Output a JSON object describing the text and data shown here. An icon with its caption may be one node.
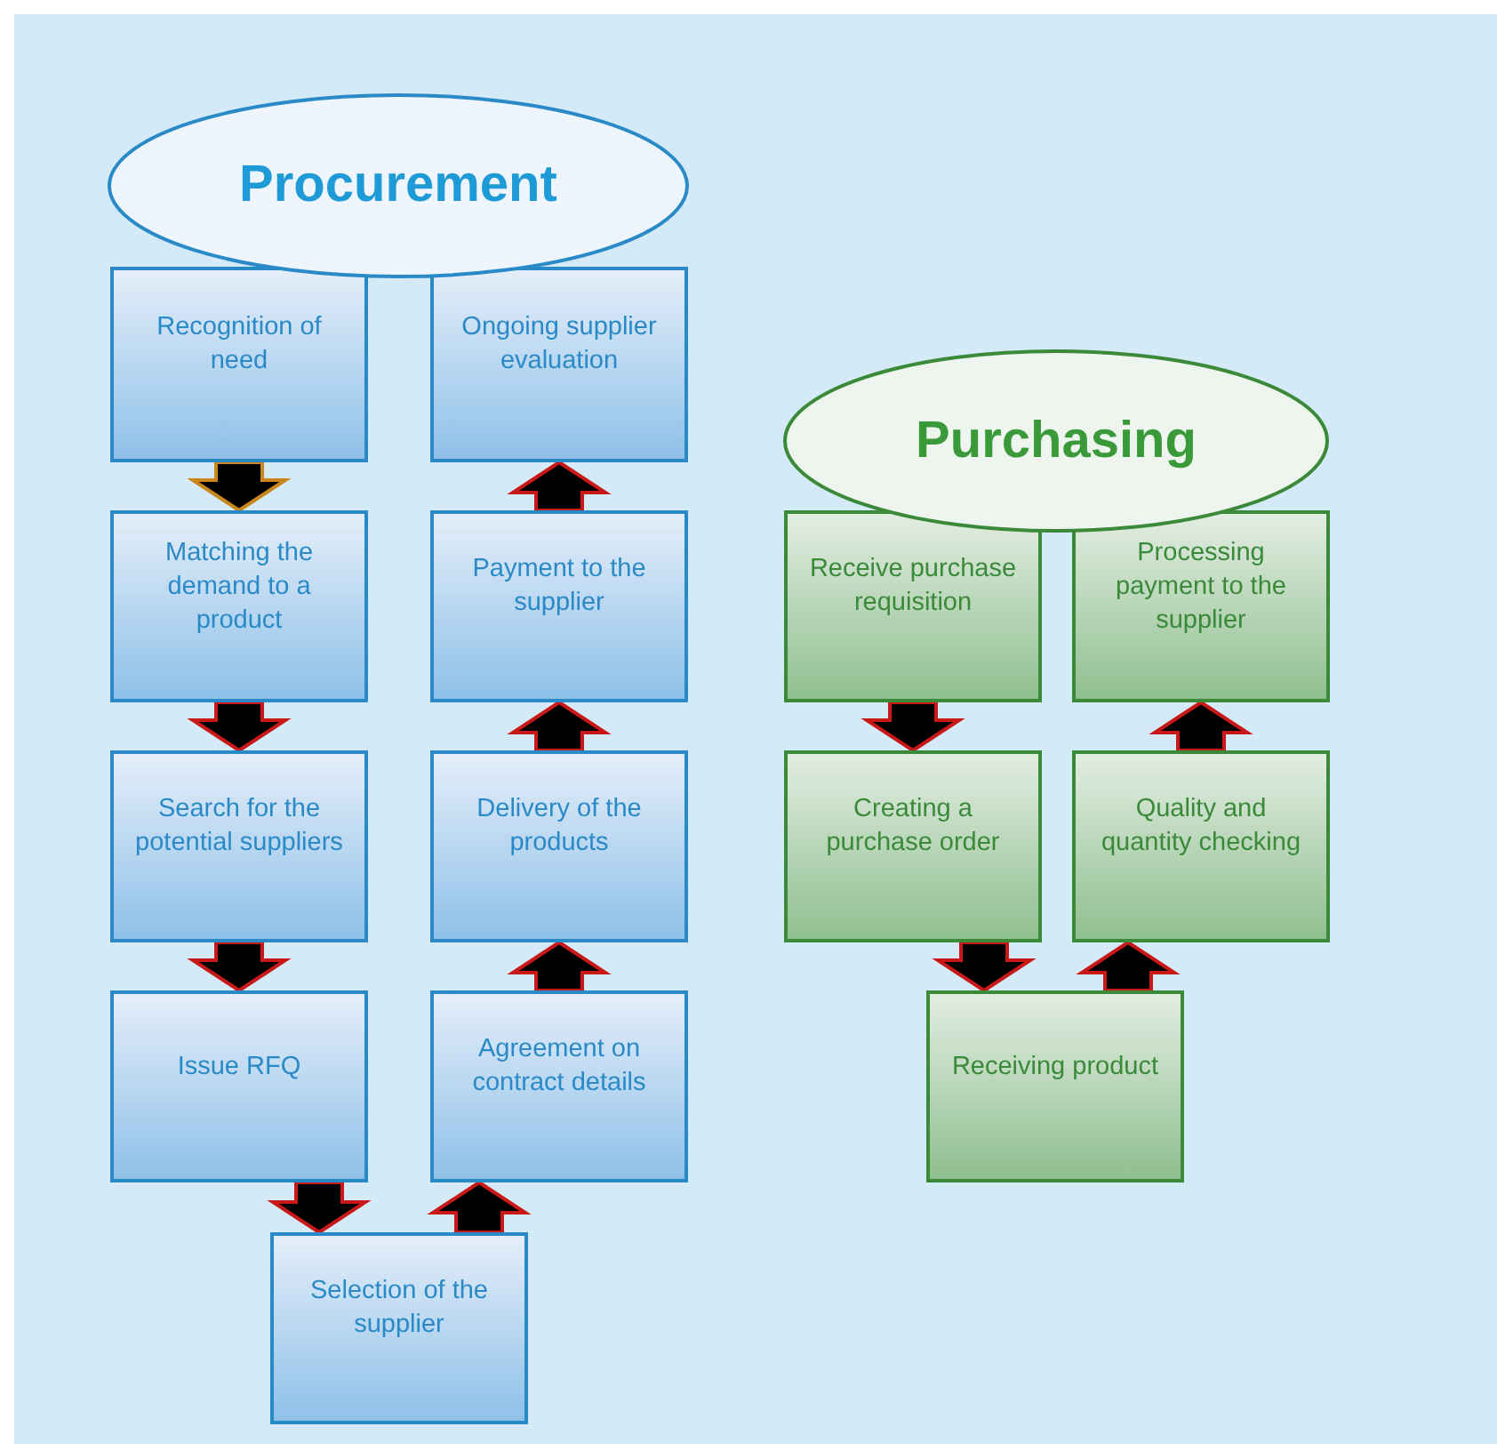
{
  "diagram": {
    "nodes": [
      {
        "text": [
          "Procurement"
        ]
      },
      {
        "text": [
          "Recognition of need"
        ]
      },
      {
        "text": [
          "Matching the demand to a product"
        ]
      },
      {
        "text": [
          "Search for the potential suppliers"
        ]
      },
      {
        "text": [
          "Issue RFQ"
        ]
      },
      {
        "text": [
          "Selection of the supplier"
        ]
      },
      {
        "text": [
          "Agreement on contract details"
        ]
      },
      {
        "text": [
          "Delivery of the products"
        ]
      },
      {
        "text": [
          "Payment to the supplier"
        ]
      },
      {
        "text": [
          "Ongoing supplier evaluation"
        ]
      },
      {
        "text": [
          "Purchasing"
        ]
      },
      {
        "text": [
          "Receive purchase requisition"
        ]
      },
      {
        "text": [
          "Creating a purchase order"
        ]
      },
      {
        "text": [
          "Receiving product"
        ]
      },
      {
        "text": [
          "Quality and quantity checking"
        ]
      },
      {
        "text": [
          "Processing payment to the supplier"
        ]
      }
    ],
    "edges": [
      {
        "from": 1,
        "to": 2,
        "arrow": "to",
        "color": "#c8861c"
      },
      {
        "from": 2,
        "to": 3,
        "arrow": "to"
      },
      {
        "from": 3,
        "to": 4,
        "arrow": "to"
      },
      {
        "from": 4,
        "to": 5,
        "arrow": "to"
      },
      {
        "from": 5,
        "to": 6,
        "arrow": "to"
      },
      {
        "from": 6,
        "to": 7,
        "arrow": "to"
      },
      {
        "from": 7,
        "to": 8,
        "arrow": "to"
      },
      {
        "from": 8,
        "to": 9,
        "arrow": "to"
      },
      {
        "from": 11,
        "to": 12,
        "arrow": "to"
      },
      {
        "from": 12,
        "to": 13,
        "arrow": "to"
      },
      {
        "from": 13,
        "to": 14,
        "arrow": "to"
      },
      {
        "from": 14,
        "to": 15,
        "arrow": "to"
      }
    ]
  }
}
